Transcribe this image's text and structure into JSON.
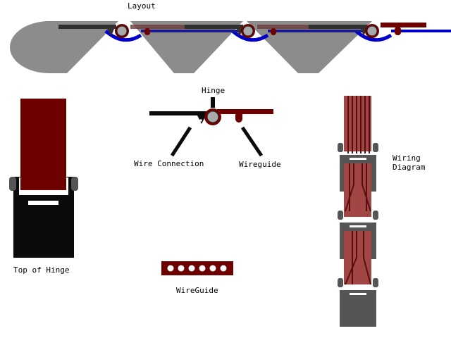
{
  "labels": {
    "layout": "Layout",
    "hinge": "Hinge",
    "wire_connection": "Wire Connection",
    "wireguide": "Wireguide",
    "wiring_diagram": "Wiring\nDiagram",
    "top_of_hinge": "Top of Hinge",
    "wireguide_part": "WireGuide"
  },
  "colors": {
    "gray_panel": "#8c8c8c",
    "dark_bar": "#303030",
    "maroon": "#6e0000",
    "rose": "#a14545",
    "blue_wire": "#0000cc",
    "navy_wire": "#1a1a8c",
    "hinge_pin": "#aaaaaa",
    "black": "#0a0a0a",
    "wiring_gray": "#555555"
  }
}
